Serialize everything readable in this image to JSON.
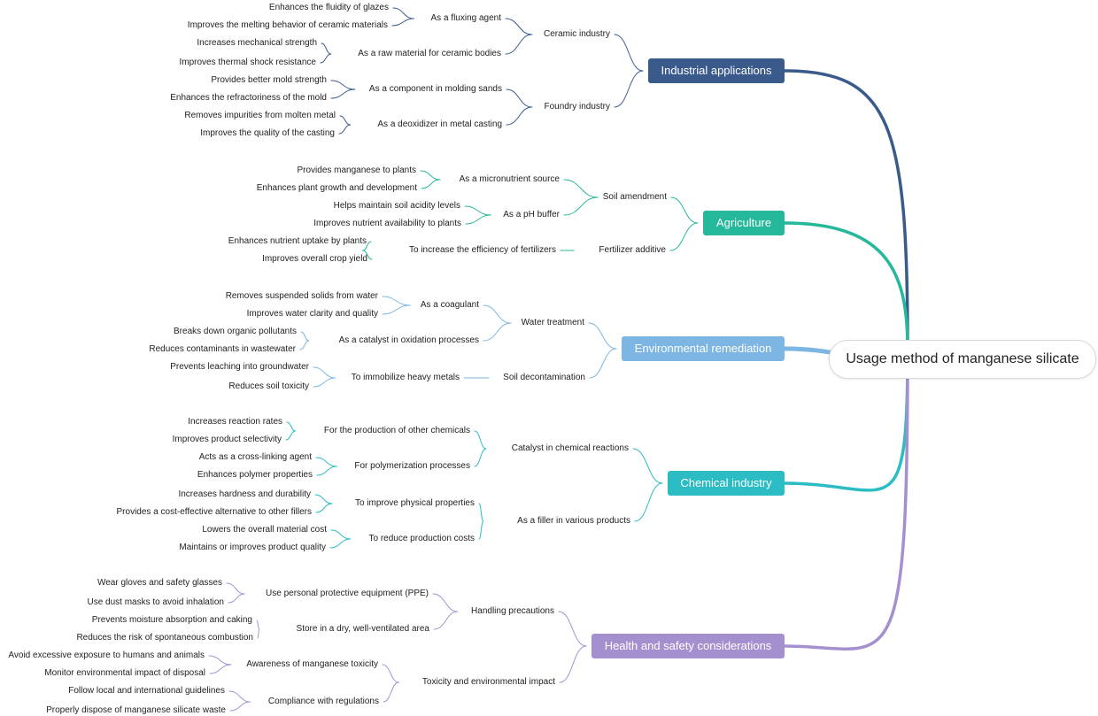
{
  "root": {
    "label": "Usage method of manganese silicate"
  },
  "branches": [
    {
      "label": "Industrial applications",
      "color": "#3a5a8c",
      "children": [
        {
          "label": "Ceramic industry",
          "children": [
            {
              "label": "As a fluxing agent",
              "children": [
                "Enhances the fluidity of glazes",
                "Improves the melting behavior of ceramic materials"
              ]
            },
            {
              "label": "As a raw material for ceramic bodies",
              "children": [
                "Increases mechanical strength",
                "Improves thermal shock resistance"
              ]
            }
          ]
        },
        {
          "label": "Foundry industry",
          "children": [
            {
              "label": "As a component in molding sands",
              "children": [
                "Provides better mold strength",
                "Enhances the refractoriness of the mold"
              ]
            },
            {
              "label": "As a deoxidizer in metal casting",
              "children": [
                "Removes impurities from molten metal",
                "Improves the quality of the casting"
              ]
            }
          ]
        }
      ]
    },
    {
      "label": "Agriculture",
      "color": "#25b89a",
      "children": [
        {
          "label": "Soil amendment",
          "children": [
            {
              "label": "As a micronutrient source",
              "children": [
                "Provides manganese to plants",
                "Enhances plant growth and development"
              ]
            },
            {
              "label": "As a pH buffer",
              "children": [
                "Helps maintain soil acidity levels",
                "Improves nutrient availability to plants"
              ]
            }
          ]
        },
        {
          "label": "Fertilizer additive",
          "children": [
            {
              "label": "To increase the efficiency of fertilizers",
              "children": [
                "Enhances nutrient uptake by plants",
                "Improves overall crop yield"
              ]
            }
          ]
        }
      ]
    },
    {
      "label": "Environmental remediation",
      "color": "#7db5e3",
      "children": [
        {
          "label": "Water treatment",
          "children": [
            {
              "label": "As a coagulant",
              "children": [
                "Removes suspended solids from water",
                "Improves water clarity and quality"
              ]
            },
            {
              "label": "As a catalyst in oxidation processes",
              "children": [
                "Breaks down organic pollutants",
                "Reduces contaminants in wastewater"
              ]
            }
          ]
        },
        {
          "label": "Soil decontamination",
          "children": [
            {
              "label": "To immobilize heavy metals",
              "children": [
                "Prevents leaching into groundwater",
                "Reduces soil toxicity"
              ]
            }
          ]
        }
      ]
    },
    {
      "label": "Chemical industry",
      "color": "#2bbcc4",
      "children": [
        {
          "label": "Catalyst in chemical reactions",
          "children": [
            {
              "label": "For the production of other chemicals",
              "children": [
                "Increases reaction rates",
                "Improves product selectivity"
              ]
            },
            {
              "label": "For polymerization processes",
              "children": [
                "Acts as a cross-linking agent",
                "Enhances polymer properties"
              ]
            }
          ]
        },
        {
          "label": "As a filler in various products",
          "children": [
            {
              "label": "To improve physical properties",
              "children": [
                "Increases hardness and durability",
                "Provides a cost-effective alternative to other fillers"
              ]
            },
            {
              "label": "To reduce production costs",
              "children": [
                "Lowers the overall material cost",
                "Maintains or improves product quality"
              ]
            }
          ]
        }
      ]
    },
    {
      "label": "Health and safety considerations",
      "color": "#a590cf",
      "children": [
        {
          "label": "Handling precautions",
          "children": [
            {
              "label": "Use personal protective equipment (PPE)",
              "children": [
                "Wear gloves and safety glasses",
                "Use dust masks to avoid inhalation"
              ]
            },
            {
              "label": "Store in a dry, well-ventilated area",
              "children": [
                "Prevents moisture absorption and caking",
                "Reduces the risk of spontaneous combustion"
              ]
            }
          ]
        },
        {
          "label": "Toxicity and environmental impact",
          "children": [
            {
              "label": "Awareness of manganese toxicity",
              "children": [
                "Avoid excessive exposure to humans and animals",
                "Monitor environmental impact of disposal"
              ]
            },
            {
              "label": "Compliance with regulations",
              "children": [
                "Follow local and international guidelines",
                "Properly dispose of manganese silicate waste"
              ]
            }
          ]
        }
      ]
    }
  ]
}
